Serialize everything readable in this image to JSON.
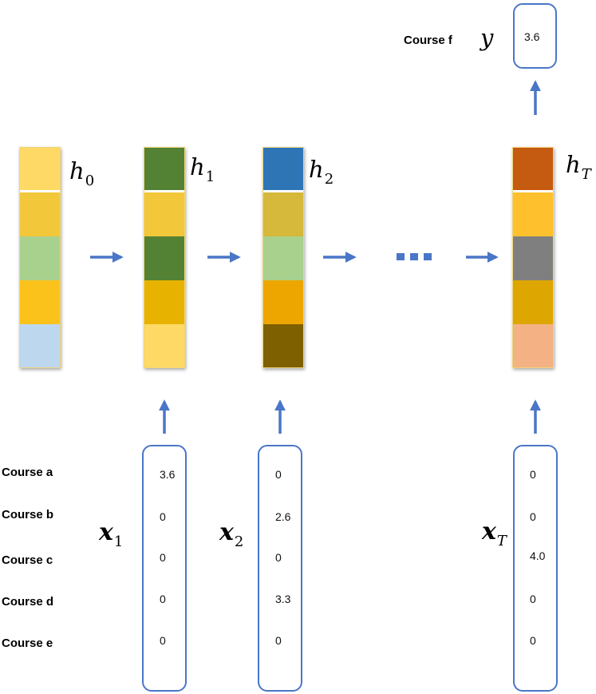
{
  "colors": {
    "arrow": "#4a76c7",
    "box_border": "#4a76c7"
  },
  "output": {
    "course_label": "Course f",
    "symbol": "y",
    "value": "3.6"
  },
  "hidden_states": [
    {
      "symbol": "h",
      "subscript": "0",
      "segments": [
        "#fed966",
        "#f2c73a",
        "#a9d18e",
        "#fcc21c",
        "#bdd7ee"
      ]
    },
    {
      "symbol": "h",
      "subscript": "1",
      "segments": [
        "#548235",
        "#f2c73a",
        "#548235",
        "#e7b300",
        "#fed966"
      ]
    },
    {
      "symbol": "h",
      "subscript": "2",
      "segments": [
        "#2e75b6",
        "#d6b83a",
        "#a9d18e",
        "#eda600",
        "#7f6000"
      ]
    },
    {
      "symbol": "h",
      "subscript": "T",
      "segments": [
        "#c55a11",
        "#ffc02e",
        "#7f7f7f",
        "#dda600",
        "#f4b183"
      ]
    }
  ],
  "ellipsis": "...",
  "courses": [
    "Course a",
    "Course b",
    "Course c",
    "Course d",
    "Course e"
  ],
  "inputs": [
    {
      "symbol": "x",
      "subscript": "1",
      "values": [
        "3.6",
        "0",
        "0",
        "0",
        "0"
      ]
    },
    {
      "symbol": "x",
      "subscript": "2",
      "values": [
        "0",
        "2.6",
        "0",
        "3.3",
        "0"
      ]
    },
    {
      "symbol": "x",
      "subscript": "T",
      "values": [
        "0",
        "0",
        "4.0",
        "0",
        "0"
      ]
    }
  ]
}
